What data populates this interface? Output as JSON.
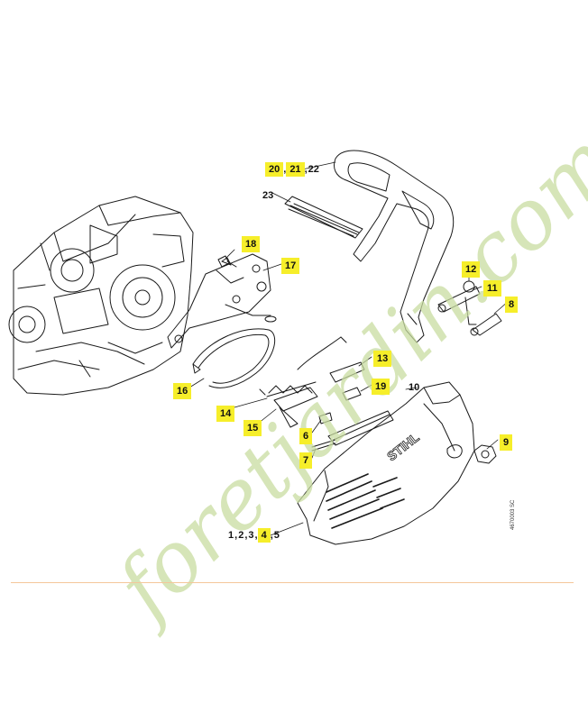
{
  "watermark": {
    "text": "foretjardin.com",
    "color": "#c8dca0",
    "accent": "#f0a24a"
  },
  "brand_text": "STIHL",
  "drawing_code": "4670003 SC",
  "colors": {
    "highlight": "#f6ee2a",
    "line": "#1a1a1a",
    "divider": "#f4c79a"
  },
  "callouts": {
    "c20": "20",
    "c21": "21",
    "c22": "22",
    "c23": "23",
    "c18": "18",
    "c17": "17",
    "c12": "12",
    "c11": "11",
    "c8": "8",
    "c16": "16",
    "c13": "13",
    "c19": "19",
    "c10": "10",
    "c14": "14",
    "c15": "15",
    "c6": "6",
    "c7": "7",
    "c9": "9",
    "c1": "1",
    "c2": "2",
    "c3": "3",
    "c4": "4",
    "c5": "5",
    "sep": ","
  }
}
